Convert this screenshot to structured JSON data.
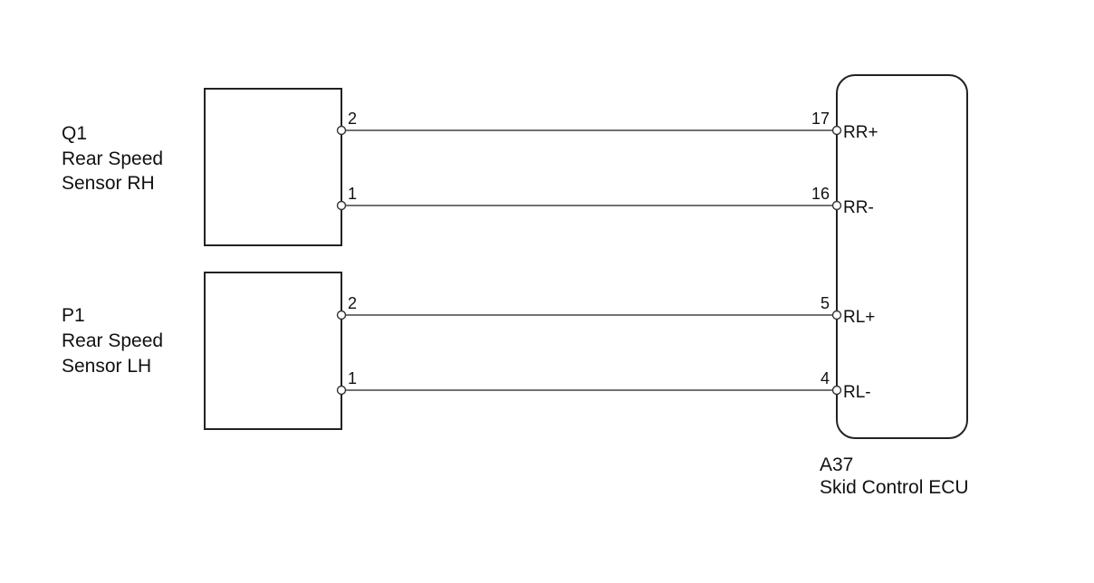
{
  "components": {
    "sensor_rh": {
      "code": "Q1",
      "name_line1": "Rear Speed",
      "name_line2": "Sensor RH"
    },
    "sensor_lh": {
      "code": "P1",
      "name_line1": "Rear Speed",
      "name_line2": "Sensor LH"
    },
    "ecu": {
      "code": "A37",
      "name": "Skid Control ECU"
    }
  },
  "wires": [
    {
      "from_pin": "2",
      "to_pin": "17",
      "signal": "RR+"
    },
    {
      "from_pin": "1",
      "to_pin": "16",
      "signal": "RR-"
    },
    {
      "from_pin": "2",
      "to_pin": "5",
      "signal": "RL+"
    },
    {
      "from_pin": "1",
      "to_pin": "4",
      "signal": "RL-"
    }
  ]
}
